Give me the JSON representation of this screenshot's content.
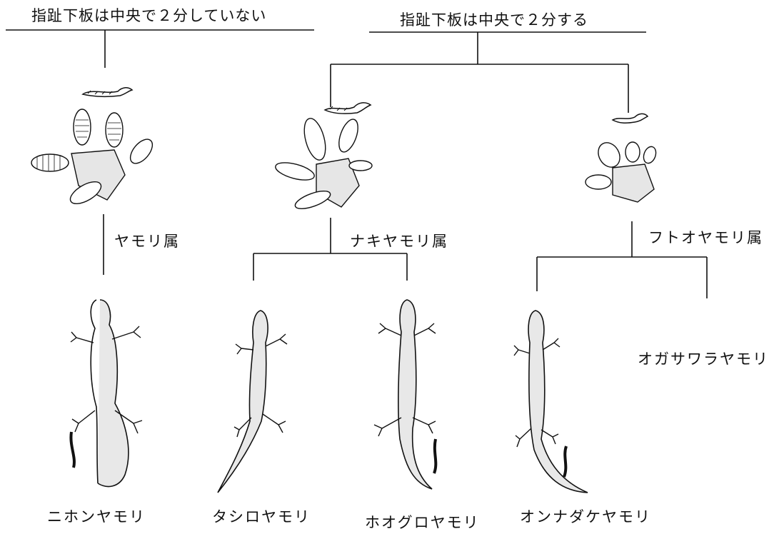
{
  "headers": {
    "undivided": "指趾下板は中央で２分していない",
    "divided": "指趾下板は中央で２分する"
  },
  "genera": {
    "yamori": "ヤモリ属",
    "nakiyamori": "ナキヤモリ属",
    "futoo": "フトオヤモリ属"
  },
  "species": {
    "nihon": "ニホンヤモリ",
    "tashiro": "タシロヤモリ",
    "hoguro": "ホオグロヤモリ",
    "onnadake": "オンナダケヤモリ",
    "ogasawara": "オガサワラヤモリ"
  }
}
